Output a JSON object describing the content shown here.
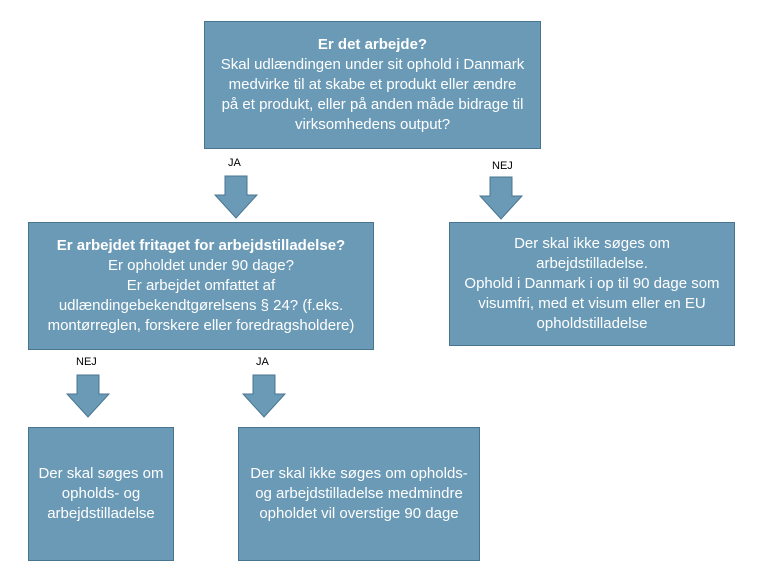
{
  "top_box": {
    "title": "Er det arbejde?",
    "lines": [
      "Skal udlændingen under sit ophold i Danmark",
      "medvirke til at skabe et produkt eller ændre",
      "på et produkt, eller på anden måde bidrage til",
      "virksomhedens output?"
    ]
  },
  "label_ja_top": "JA",
  "label_nej_top": "NEJ",
  "middle_left_box": {
    "title": "Er arbejdet fritaget for arbejdstilladelse?",
    "lines": [
      "Er opholdet under 90 dage?",
      "Er arbejdet omfattet af",
      "udlændingebekendtgørelsens  § 24? (f.eks.",
      "montørreglen, forskere eller foredragsholdere)"
    ]
  },
  "right_box": {
    "lines": [
      "Der skal ikke søges om",
      "arbejdstilladelse.",
      "Ophold i Danmark i op til 90 dage som",
      "visumfri, med et visum eller en EU",
      "opholdstilladelse"
    ]
  },
  "label_nej_bottom": "NEJ",
  "label_ja_bottom": "JA",
  "bottom_left_box": {
    "lines": [
      "Der skal søges om",
      "opholds- og",
      "arbejdstilladelse"
    ]
  },
  "bottom_right_box": {
    "lines": [
      "Der skal ikke søges om opholds-",
      "og arbejdstilladelse medmindre",
      "opholdet vil overstige 90 dage"
    ]
  },
  "colors": {
    "box_fill": "#6b9ab6",
    "box_border": "#4a7590",
    "arrow_fill": "#6b9ab6"
  }
}
